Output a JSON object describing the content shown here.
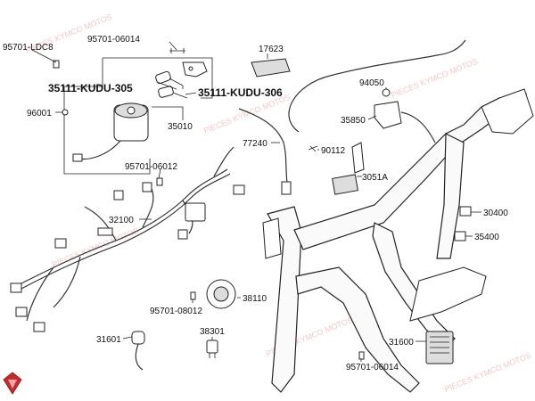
{
  "diagram": {
    "part_labels": {
      "p95701_ldc8": "95701-LDC8",
      "p95701_06014_top": "95701-06014",
      "p35111_kudu_305": "35111-KUDU-305",
      "p35111_kudu_306": "35111-KUDU-306",
      "p96001": "96001",
      "p35010": "35010",
      "p95701_06012_a": "95701-06012",
      "p32100": "32100",
      "p17623": "17623",
      "p77240": "77240",
      "p90112": "90112",
      "p94050": "94050",
      "p35850": "35850",
      "p3051a": "3051A",
      "p30400": "30400",
      "p35400": "35400",
      "p38110": "38110",
      "p95701_08012": "95701-08012",
      "p38301": "38301",
      "p31601": "31601",
      "p31600": "31600",
      "p95701_06014_bottom": "95701-06014"
    },
    "watermark": "PIECES KYMCO MOTOS"
  },
  "colors": {
    "logo_red": "#cc2a2a",
    "watermark": "#f3c8c8",
    "line": "#222222"
  },
  "icons": {
    "logo": "kymco-diamond-logo"
  }
}
